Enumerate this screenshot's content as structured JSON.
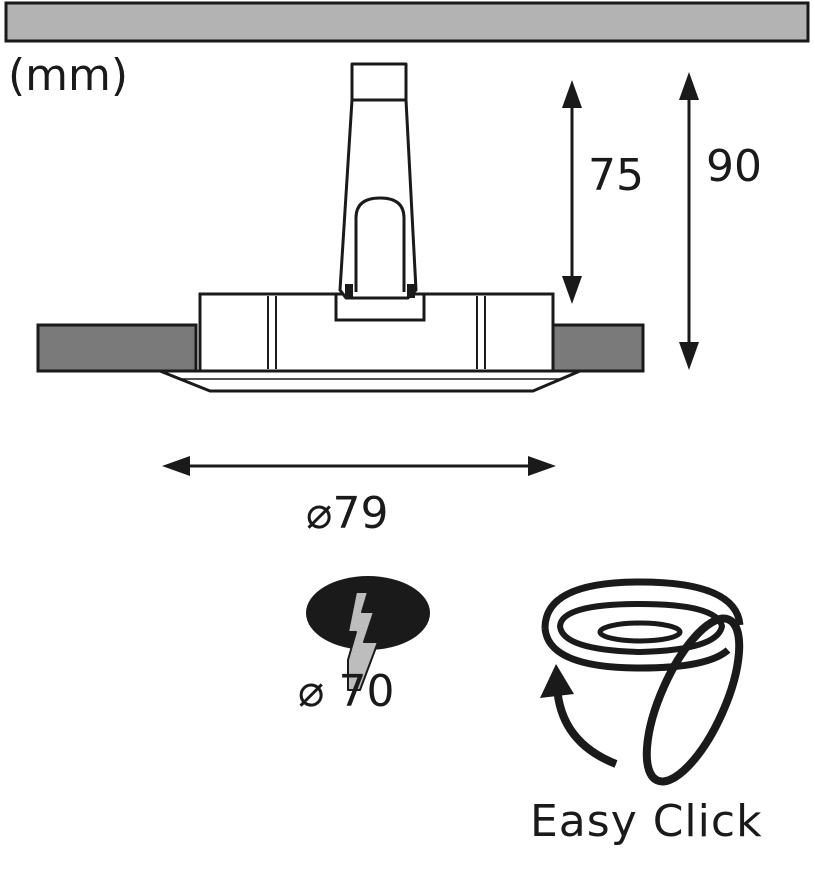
{
  "unit_label": "(mm)",
  "dimensions": {
    "height_body": "75",
    "height_total": "90",
    "diameter_outer": "⌀79",
    "diameter_cutout": "⌀ 70"
  },
  "feature_label": "Easy Click",
  "colors": {
    "line": "#1a1a1a",
    "ceiling": "#b3b3b3",
    "ceiling_section": "#7a7a7a",
    "cutout_fill": "#1a1a1a",
    "spring_fill": "#bdbdbd"
  },
  "icons": [
    "ceiling-cutout-icon",
    "easy-click-rotation-icon"
  ]
}
